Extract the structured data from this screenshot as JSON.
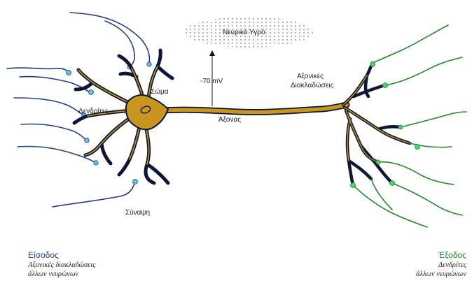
{
  "colors": {
    "input_fibers": "#1f3d8a",
    "output_fibers": "#1f8a2c",
    "neuron_body": "#c8961e",
    "neuron_outline": "#0d1638",
    "synapse_in": "#5fc4e8",
    "synapse_out": "#4fd06a",
    "fluid_dots": "#9a9a9a"
  },
  "labels": {
    "fluid": "Νευρικό Υγρό",
    "voltage": "-70 mV",
    "soma": "Σώμα",
    "dendrites": "Δενδρίτες",
    "axon": "Άξονας",
    "axon_branches_1": "Αξονικές",
    "axon_branches_2": "Διακλαδώσεις",
    "synapse": "Σύναψη"
  },
  "input": {
    "title": "Είσοδος",
    "line1": "Αξονικές διακλαδώσεις",
    "line2": "άλλων νευρώνων"
  },
  "output": {
    "title": "Έξοδος",
    "line1": "Δενδρίτες",
    "line2": "άλλων νευρώνων"
  }
}
